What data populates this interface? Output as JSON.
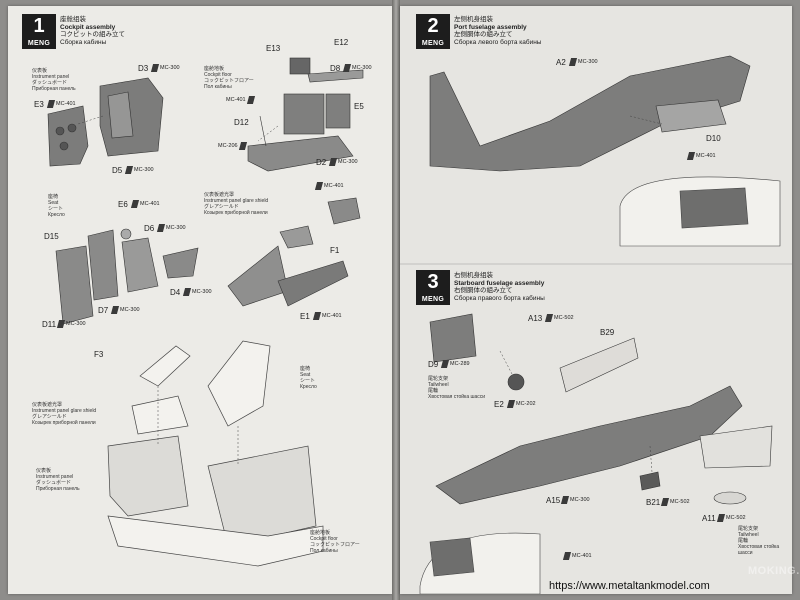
{
  "step1": {
    "number": "1",
    "brand": "MENG",
    "title_cn": "座舱组装",
    "title_en": "Cockpit assembly",
    "title_jp": "コクピットの組み立て",
    "title_ru": "Сборка кабины",
    "parts": {
      "D3": "D3",
      "D3_code": "MC-300",
      "E3": "E3",
      "E3_code": "MC-401",
      "D5": "D5",
      "D5_code": "MC-300",
      "E13": "E13",
      "E12": "E12",
      "D8": "D8",
      "D8_code": "MC-300",
      "E5": "E5",
      "D12": "D12",
      "D2": "D2",
      "D2_code": "MC-300",
      "mid_code": "MC-401",
      "floor_code": "MC-206",
      "D15": "D15",
      "E6": "E6",
      "E6_code": "MC-401",
      "D6": "D6",
      "D6_code": "MC-300",
      "D4": "D4",
      "D4_code": "MC-300",
      "D7": "D7",
      "D7_code": "MC-300",
      "D11": "D11",
      "D11_code": "MC-300",
      "F1": "F1",
      "E1": "E1",
      "E1_code": "MC-401",
      "side_code": "MC-401",
      "F3": "F3"
    },
    "notes": {
      "instrument_panel": [
        "仪表板",
        "Instrument panel",
        "ダッシュボード",
        "Приборная панель"
      ],
      "cockpit_floor": [
        "座舱地板",
        "Cockpit floor",
        "コックピットフロアー",
        "Пол кабины"
      ],
      "seat": [
        "座椅",
        "Seat",
        "シート",
        "Кресло"
      ],
      "panel_glare_shield": [
        "仪表板遮光罩",
        "Instrument panel glare shield",
        "グレアシールド",
        "Козырек приборной панели"
      ],
      "seat_bottom": [
        "座椅",
        "Seat",
        "シート",
        "Кресло"
      ],
      "shield_bottom": [
        "仪表板遮光罩",
        "Instrument panel glare shield",
        "グレアシールド",
        "Козырек приборной панели"
      ],
      "panel_bottom": [
        "仪表板",
        "Instrument panel",
        "ダッシュボード",
        "Приборная панель"
      ],
      "floor_bottom": [
        "座舱地板",
        "Cockpit floor",
        "コックピットフロアー",
        "Пол кабины"
      ]
    }
  },
  "step2": {
    "number": "2",
    "brand": "MENG",
    "title_cn": "左侧机身组装",
    "title_en": "Port fuselage assembly",
    "title_jp": "左側胴体の組み立て",
    "title_ru": "Сборка левого борта кабины",
    "parts": {
      "A2": "A2",
      "A2_code": "MC-300",
      "D10": "D10",
      "code_mid": "MC-401"
    }
  },
  "step3": {
    "number": "3",
    "brand": "MENG",
    "title_cn": "右侧机身组装",
    "title_en": "Starboard fuselage assembly",
    "title_jp": "右側胴体の組み立て",
    "title_ru": "Сборка правого борта кабины",
    "parts": {
      "A13": "A13",
      "A13_code": "MC-502",
      "B29": "B29",
      "D9": "D9",
      "D9_code": "MC-289",
      "E2": "E2",
      "E2_code": "MC-202",
      "A15": "A15",
      "A15_code": "MC-300",
      "B21": "B21",
      "B21_code": "MC-502",
      "A11": "A11",
      "A11_code": "MC-502",
      "bottom_code": "MC-401"
    },
    "notes": {
      "tailwheel": [
        "尾轮支架",
        "Tailwheel",
        "尾輪",
        "Хвостовая стойка шасси"
      ],
      "tailwheel_right": [
        "尾轮支架",
        "Tailwheel",
        "尾輪",
        "Хвостовая стойка шасси"
      ]
    }
  },
  "watermark": "MOKING.NET",
  "url": "https://www.metaltankmodel.com"
}
